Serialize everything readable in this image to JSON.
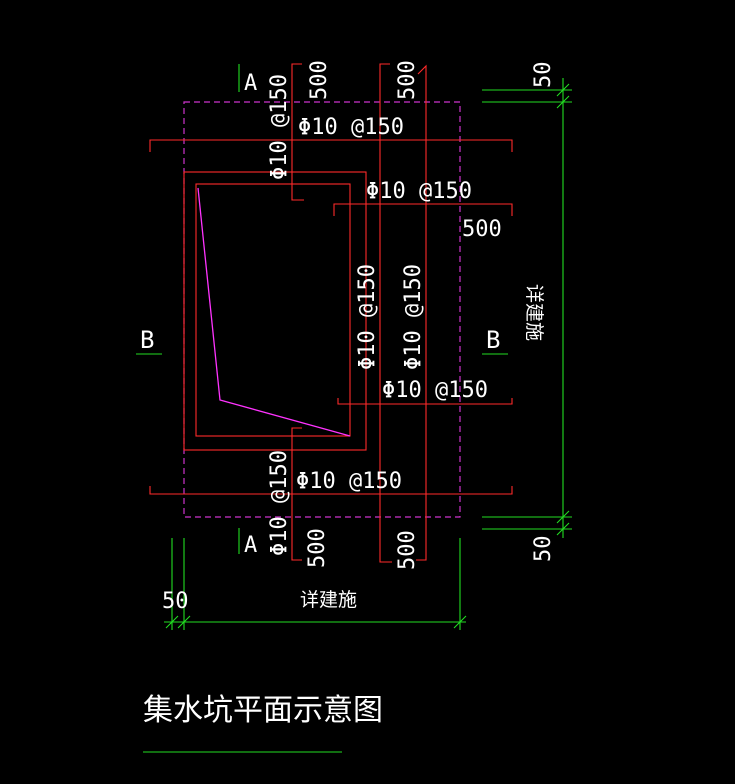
{
  "labels": {
    "section_a": "A",
    "section_b": "B",
    "dim_500": "500",
    "dim_50": "50",
    "rebar": "Φ10 @150",
    "see_arch": "详建施",
    "title": "集水坑平面示意图"
  },
  "colors": {
    "background": "#000000",
    "rebar": "#ff2a2a",
    "dimension": "#22dd22",
    "outline_dashed": "#cc33cc",
    "slope": "#ff33ff",
    "text": "#ffffff"
  }
}
